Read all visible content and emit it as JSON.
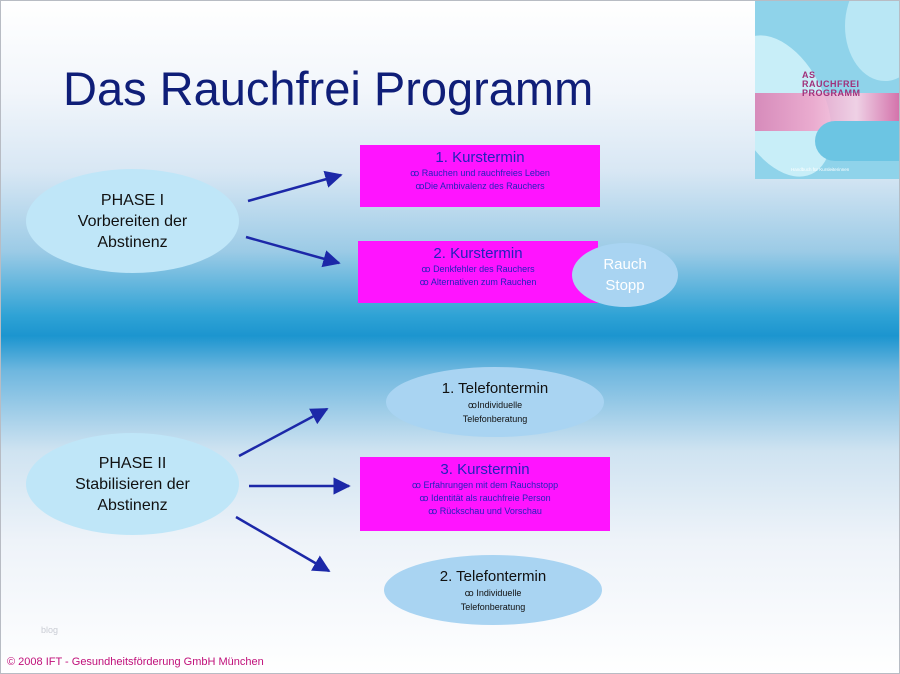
{
  "title": "Das Rauchfrei Programm",
  "cover": {
    "logo_line1": "AS",
    "logo_line2": "RAUCHFREI",
    "logo_line3": "PROGRAMM",
    "subtitle": "Handbuch für Kursleiterinnen"
  },
  "phase1": {
    "line1": "PHASE I",
    "line2": "Vorbereiten der",
    "line3": "Abstinenz"
  },
  "phase2": {
    "line1": "PHASE II",
    "line2": "Stabilisieren der",
    "line3": "Abstinenz"
  },
  "kurs1": {
    "title": "1. Kurstermin",
    "items": [
      "Rauchen und rauchfreies Leben",
      "Die Ambivalenz des Rauchers"
    ]
  },
  "kurs2": {
    "title": "2. Kurstermin",
    "items": [
      "Denkfehler des Rauchers",
      "Alternativen zum Rauchen"
    ]
  },
  "rauchstopp": {
    "line1": "Rauch",
    "line2": "Stopp"
  },
  "tel1": {
    "title": "1. Telefontermin",
    "line1": "Individuelle",
    "line2": "Telefonberatung"
  },
  "kurs3": {
    "title": "3. Kurstermin",
    "items": [
      "Erfahrungen mit dem Rauchstopp",
      "Identität als rauchfreie Person",
      "Rückschau und Vorschau"
    ]
  },
  "tel2": {
    "title": "2. Telefontermin",
    "line1": "Individuelle",
    "line2": "Telefonberatung"
  },
  "bullet": "ꝏ",
  "watermark": "blog",
  "footer": "© 2008 IFT  - Gesundheitsförderung GmbH München",
  "colors": {
    "title": "#0f1e78",
    "box_fill": "#ff14ff",
    "box_text": "#2222bb",
    "phase_fill": "#bfe6f8",
    "tel_fill": "#a9d4f2",
    "arrow": "#1c28a8",
    "footer": "#c0107a"
  }
}
